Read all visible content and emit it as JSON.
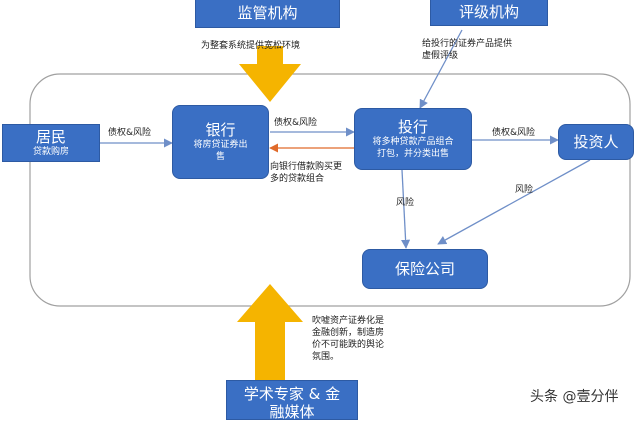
{
  "nodes": {
    "regulator": "监管机构",
    "rating_agency": "评级机构",
    "resident": "居民",
    "resident_sub": "贷款购房",
    "bank": "银行",
    "bank_sub_1": "将房贷证券出",
    "bank_sub_2": "售",
    "investment_bank": "投行",
    "investment_bank_sub_1": "将多种贷款产品组合",
    "investment_bank_sub_2": "打包，并分类出售",
    "investor": "投资人",
    "insurance": "保险公司",
    "academics_1": "学术专家 & 金",
    "academics_2": "融媒体"
  },
  "labels": {
    "regulator_note": "为整套系统提供宽松环境",
    "rating_note_1": "给投行的证券产品提供",
    "rating_note_2": "虚假评级",
    "resident_to_bank": "债权&风险",
    "bank_to_ib": "债权&风险",
    "ib_to_bank_1": "向银行借款购买更",
    "ib_to_bank_2": "多的贷款组合",
    "ib_to_investor": "债权&风险",
    "ib_to_insurance": "风险",
    "investor_to_insurance": "风险",
    "academics_note_1": "吹嘘资产证券化是",
    "academics_note_2": "金融创新，制造房",
    "academics_note_3": "价不可能跌的舆论",
    "academics_note_4": "氛围。"
  },
  "watermark": "头条 @壹分伴",
  "colors": {
    "box_fill": "#3a6fc4",
    "box_text": "#ffffff",
    "arrow_blue": "#6f8fc8",
    "arrow_orange": "#e06a2a",
    "big_arrow": "#f5b400",
    "frame": "#a0a0a0"
  }
}
